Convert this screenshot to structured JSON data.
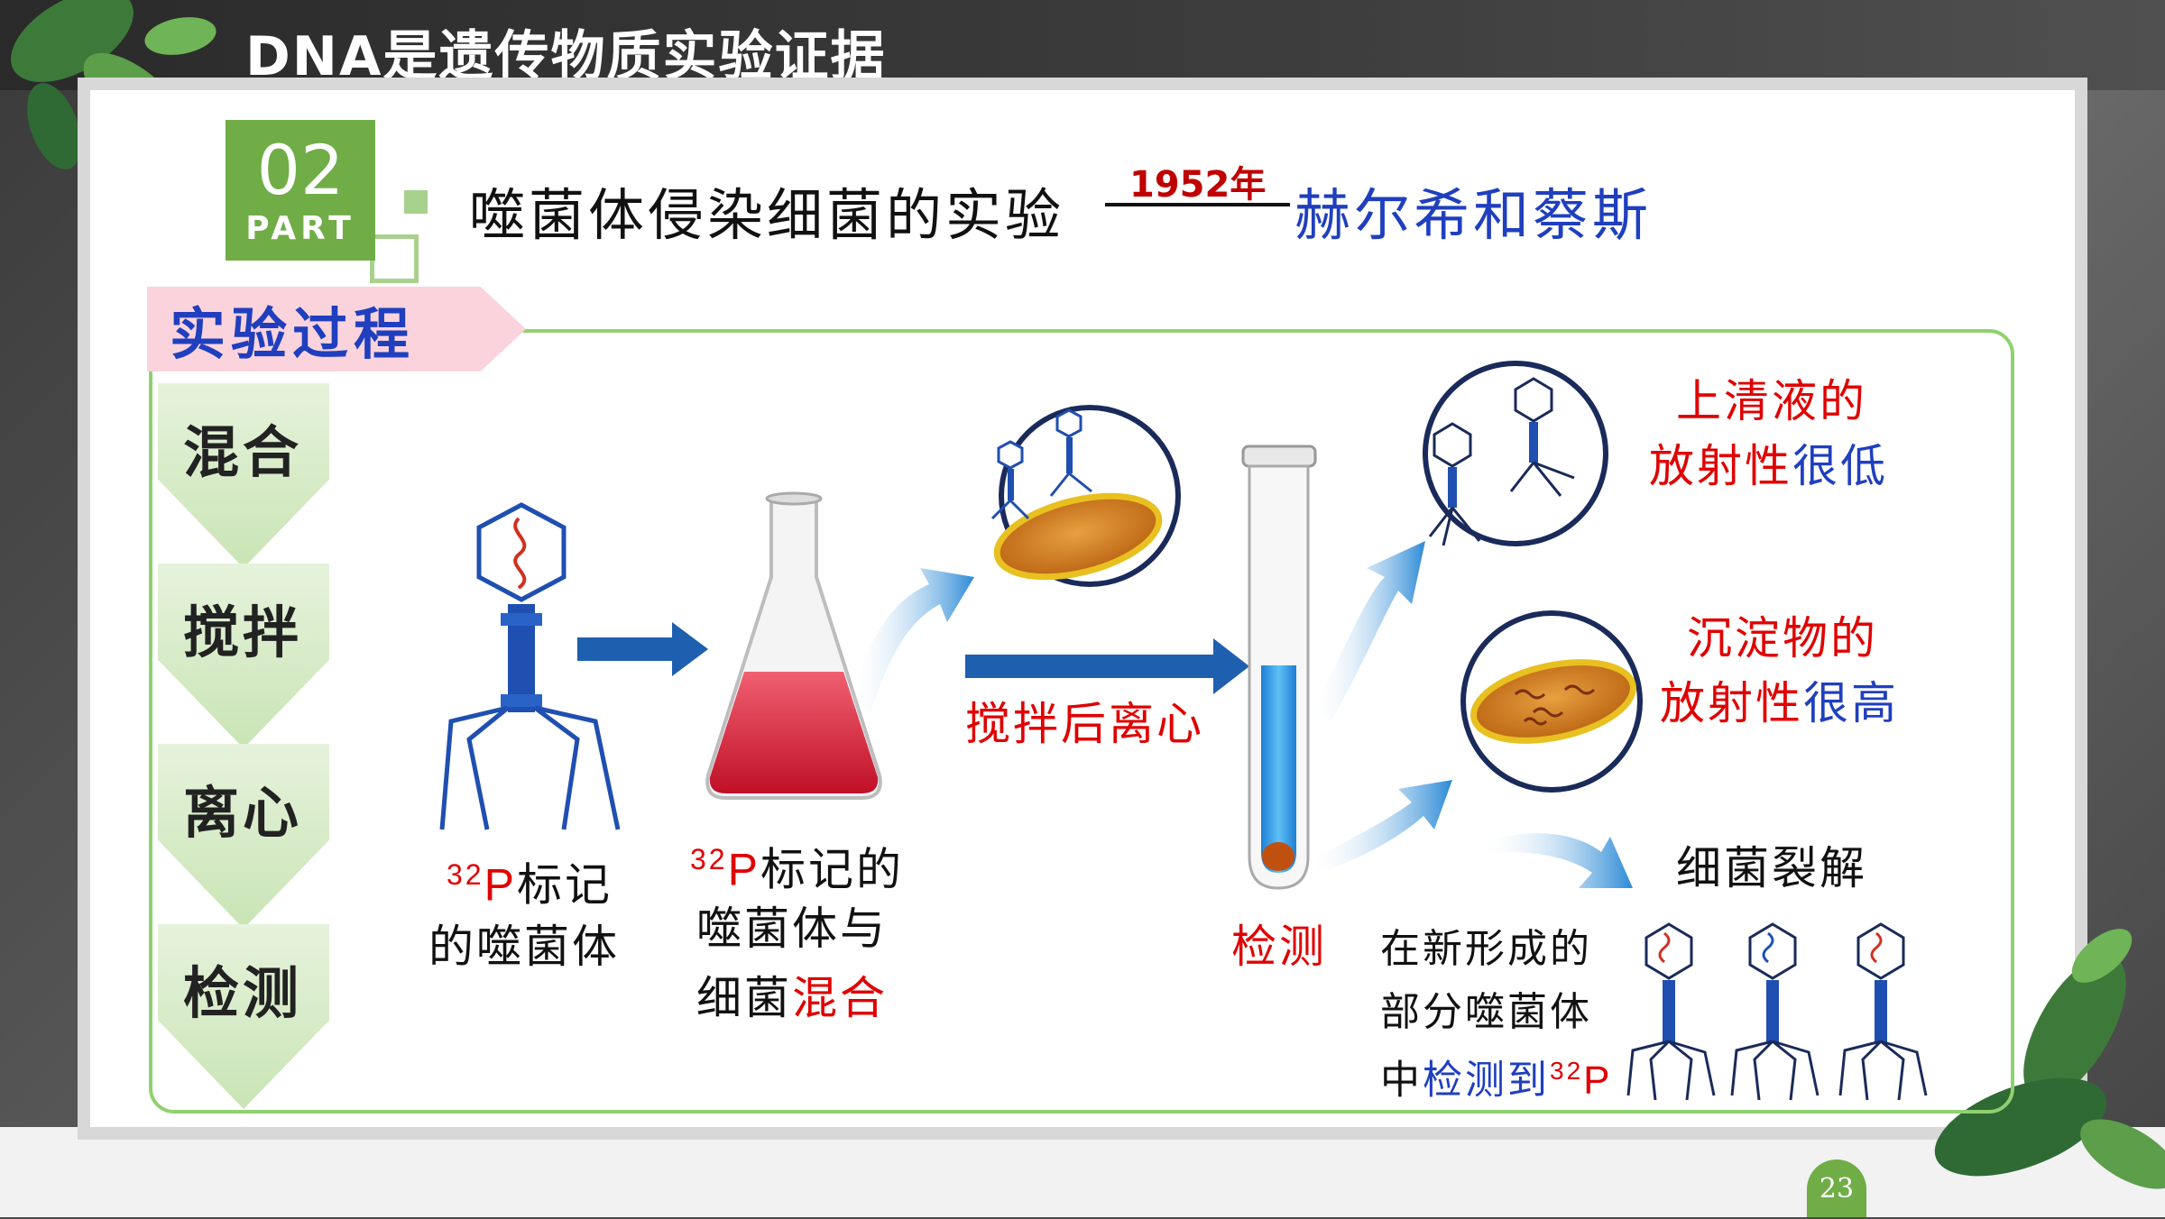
{
  "page_title": "DNA是遗传物质实验证据",
  "part": {
    "number": "02",
    "label": "PART"
  },
  "heading": {
    "experiment": "噬菌体侵染细菌的实验",
    "year": "1952年",
    "scientists": "赫尔希和蔡斯"
  },
  "process_title": "实验过程",
  "steps": [
    "混合",
    "搅拌",
    "离心",
    "检测"
  ],
  "labels": {
    "phage_sup": "32",
    "phage_p": "P",
    "phage_line1_rest": "标记",
    "phage_line2": "的噬菌体",
    "flask_sup": "32",
    "flask_p": "P",
    "flask_line1_rest": "标记的",
    "flask_line2": "噬菌体与",
    "flask_line3_a": "细菌",
    "flask_line3_b": "混合",
    "centrifuge_a": "搅拌后",
    "centrifuge_b": "离心",
    "detect": "检测",
    "supernatant_line1": "上清液的",
    "supernatant_line2_a": "放射性",
    "supernatant_line2_b": "很低",
    "sediment_line1": "沉淀物的",
    "sediment_line2_a": "放射性",
    "sediment_line2_b": "很高",
    "lysis": "细菌裂解",
    "new_line1": "在新形成的",
    "new_line2": "部分噬菌体",
    "new_line3_a": "中",
    "new_line3_b": "检测到",
    "new_line3_sup": "32",
    "new_line3_p": "P"
  },
  "page_number": "23",
  "colors": {
    "accent_green": "#70ad47",
    "frame_green": "#8fd16f",
    "red": "#e00000",
    "blue": "#1f3fbf",
    "phage_blue": "#1f4fb0"
  }
}
